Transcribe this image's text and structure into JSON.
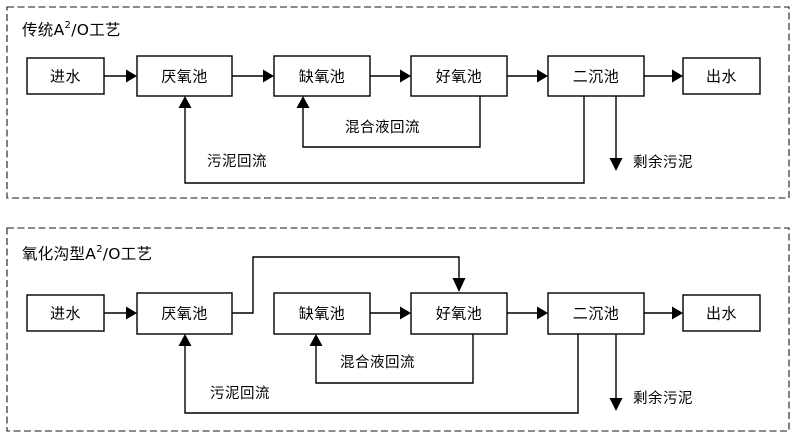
{
  "document": {
    "type": "process-flow-diagram",
    "description": "Comparison of conventional A2/O process and oxidation-ditch type A2/O process for wastewater treatment"
  },
  "panels": [
    {
      "id": "conventional",
      "title_prefix": "传统A",
      "title_sup": "2",
      "title_suffix": "/O工艺",
      "title_full": "传统A2/O工艺",
      "nodes": [
        {
          "id": "influent",
          "label": "进水"
        },
        {
          "id": "anaerobic",
          "label": "厌氧池"
        },
        {
          "id": "anoxic",
          "label": "缺氧池"
        },
        {
          "id": "aerobic",
          "label": "好氧池"
        },
        {
          "id": "clarifier",
          "label": "二沉池"
        },
        {
          "id": "effluent",
          "label": "出水"
        }
      ],
      "flow_labels": [
        {
          "id": "mixed-liquor-return",
          "label": "混合液回流"
        },
        {
          "id": "sludge-return",
          "label": "污泥回流"
        },
        {
          "id": "waste-sludge",
          "label": "剩余污泥"
        }
      ]
    },
    {
      "id": "oxidation-ditch",
      "title_prefix": "氧化沟型A",
      "title_sup": "2",
      "title_suffix": "/O工艺",
      "title_full": "氧化沟型A2/O工艺",
      "nodes": [
        {
          "id": "influent",
          "label": "进水"
        },
        {
          "id": "anaerobic",
          "label": "厌氧池"
        },
        {
          "id": "anoxic",
          "label": "缺氧池"
        },
        {
          "id": "aerobic",
          "label": "好氧池"
        },
        {
          "id": "clarifier",
          "label": "二沉池"
        },
        {
          "id": "effluent",
          "label": "出水"
        }
      ],
      "flow_labels": [
        {
          "id": "mixed-liquor-return",
          "label": "混合液回流"
        },
        {
          "id": "sludge-return",
          "label": "污泥回流"
        },
        {
          "id": "waste-sludge",
          "label": "剩余污泥"
        }
      ]
    }
  ],
  "colors": {
    "stroke": "#000000",
    "panel_border": "#1a1a1a",
    "background": "#ffffff",
    "box_fill": "#ffffff"
  }
}
